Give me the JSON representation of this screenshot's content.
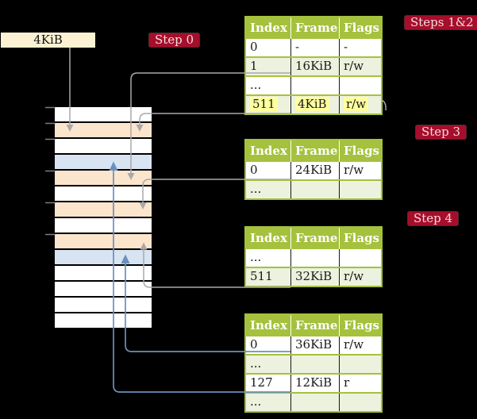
{
  "colors": {
    "olive": "#a5c13d",
    "rowgreen": "#ecf2dd",
    "peach": "#fce5cd",
    "bluerow": "#d8e4f2",
    "badge": "#a60e2c",
    "badgetext": "#f2dcdc",
    "cream": "#fcf2d3",
    "yellow": "#ffff9e",
    "grayline": "#a9a9a9",
    "blueline": "#6a90be",
    "tickgray": "#7d7d7d",
    "celltext": "#1a1a1a"
  },
  "legend_box": {
    "label": "4KiB"
  },
  "badges": {
    "step0": "Step 0",
    "steps12": "Steps 1&2",
    "step3": "Step 3",
    "step4": "Step 4"
  },
  "memory": {
    "rows": [
      {
        "kind": "free"
      },
      {
        "kind": "pagetable"
      },
      {
        "kind": "free"
      },
      {
        "kind": "data"
      },
      {
        "kind": "pagetable"
      },
      {
        "kind": "free"
      },
      {
        "kind": "pagetable"
      },
      {
        "kind": "free"
      },
      {
        "kind": "pagetable"
      },
      {
        "kind": "data"
      },
      {
        "kind": "free"
      },
      {
        "kind": "free"
      },
      {
        "kind": "free"
      },
      {
        "kind": "free"
      }
    ]
  },
  "tables": {
    "t1": {
      "headers": [
        "Index",
        "Frame",
        "Flags"
      ],
      "rows": [
        [
          "0",
          "-",
          "-"
        ],
        [
          "1",
          "16KiB",
          "r/w"
        ],
        [
          "...",
          "",
          ""
        ],
        [
          "511",
          "4KiB",
          "r/w"
        ]
      ]
    },
    "t2": {
      "headers": [
        "Index",
        "Frame",
        "Flags"
      ],
      "rows": [
        [
          "0",
          "24KiB",
          "r/w"
        ],
        [
          "...",
          "",
          ""
        ]
      ]
    },
    "t3": {
      "headers": [
        "Index",
        "Frame",
        "Flags"
      ],
      "rows": [
        [
          "...",
          "",
          ""
        ],
        [
          "511",
          "32KiB",
          "r/w"
        ]
      ]
    },
    "t4": {
      "headers": [
        "Index",
        "Frame",
        "Flags"
      ],
      "rows": [
        [
          "0",
          "36KiB",
          "r/w"
        ],
        [
          "...",
          "",
          ""
        ],
        [
          "127",
          "12KiB",
          "r"
        ],
        [
          "...",
          "",
          ""
        ]
      ]
    }
  }
}
